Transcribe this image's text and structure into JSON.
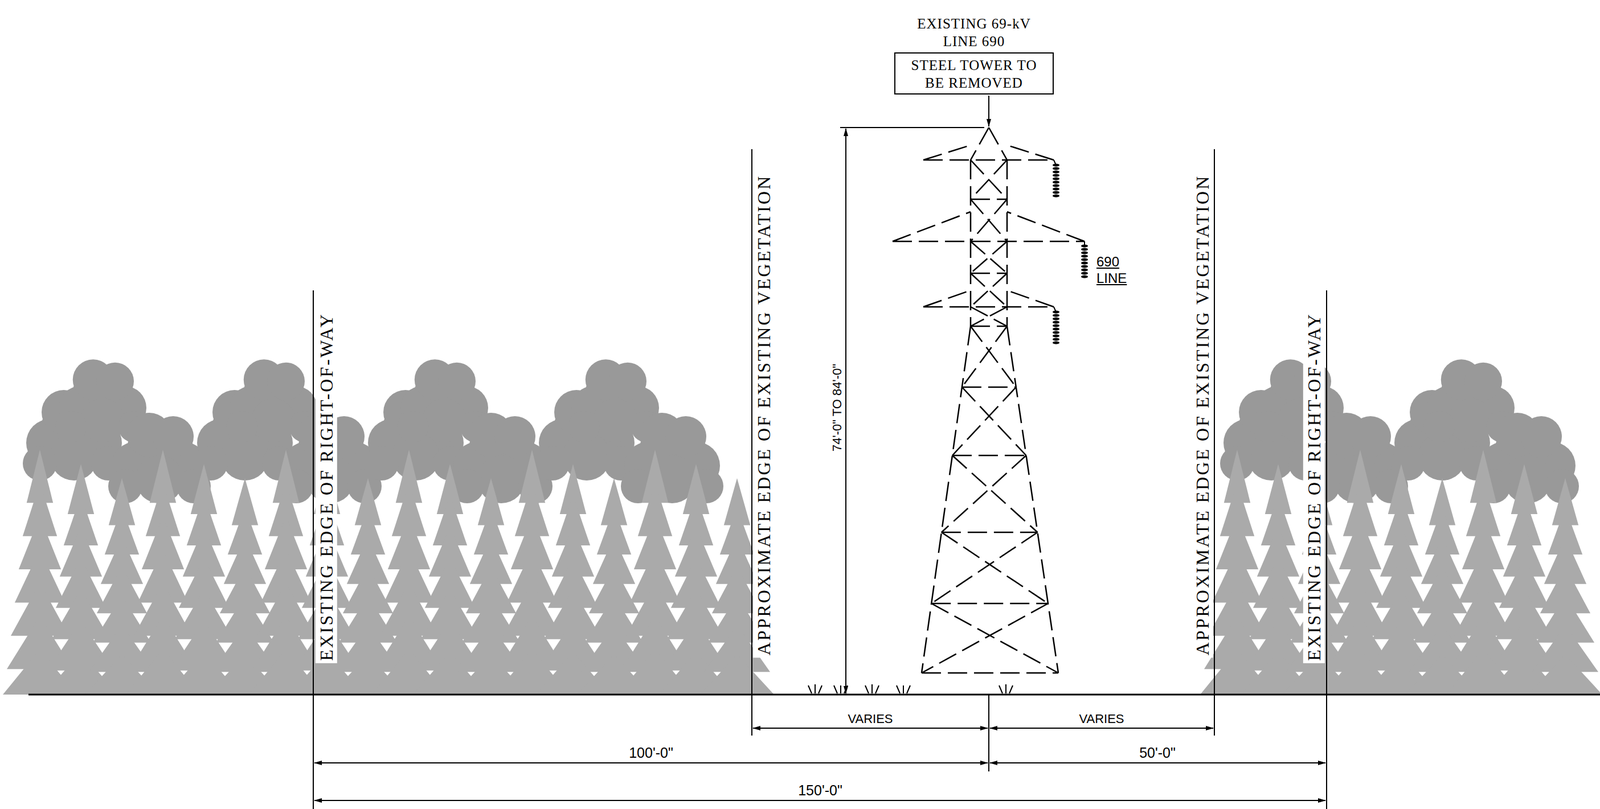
{
  "diagram": {
    "nodes": [
      {
        "text": [
          "EXISTING 69-kV LINE 690",
          "STEEL TOWER TO BE REMOVED"
        ]
      }
    ],
    "labels": [
      "690 LINE",
      "74'-0\" TO 84'-0\"",
      "EXISTING EDGE OF RIGHT-OF-WAY",
      "APPROXIMATE EDGE OF EXISTING VEGETATION",
      "APPROXIMATE EDGE OF EXISTING VEGETATION",
      "EXISTING EDGE OF RIGHT-OF-WAY",
      "VARIES",
      "VARIES",
      "100'-0\"",
      "50'-0\"",
      "150'-0\""
    ]
  }
}
